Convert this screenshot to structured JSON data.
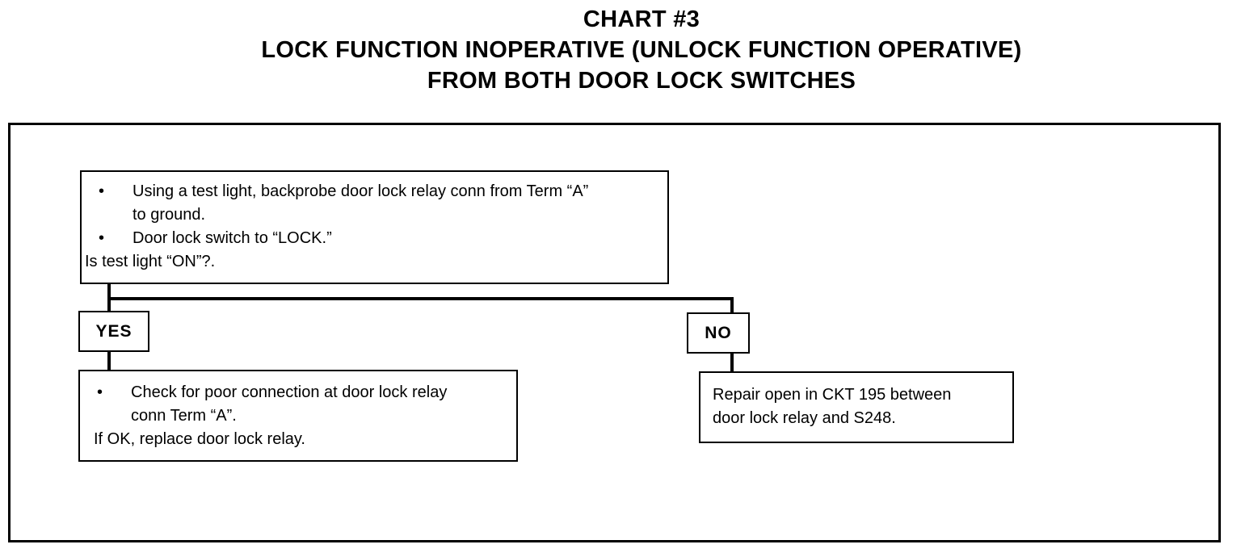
{
  "title": {
    "line1": "CHART #3",
    "line2": "LOCK FUNCTION INOPERATIVE (UNLOCK FUNCTION OPERATIVE)",
    "line3": "FROM BOTH DOOR LOCK SWITCHES"
  },
  "flowchart": {
    "bullet_glyph": "•",
    "question_box": {
      "bullets": [
        "Using a test light, backprobe door lock relay conn from Term “A” to ground.",
        "Door lock switch to “LOCK.”"
      ],
      "question": "Is test light “ON”?."
    },
    "branches": {
      "yes_label": "YES",
      "no_label": "NO"
    },
    "yes_result": {
      "bullets": [
        "Check for poor connection at door lock relay conn Term “A”."
      ],
      "note": "If OK, replace door lock relay."
    },
    "no_result": {
      "text": "Repair open in CKT 195 between door lock relay and S248."
    },
    "colors": {
      "ink": "#000000",
      "paper": "#ffffff"
    }
  }
}
